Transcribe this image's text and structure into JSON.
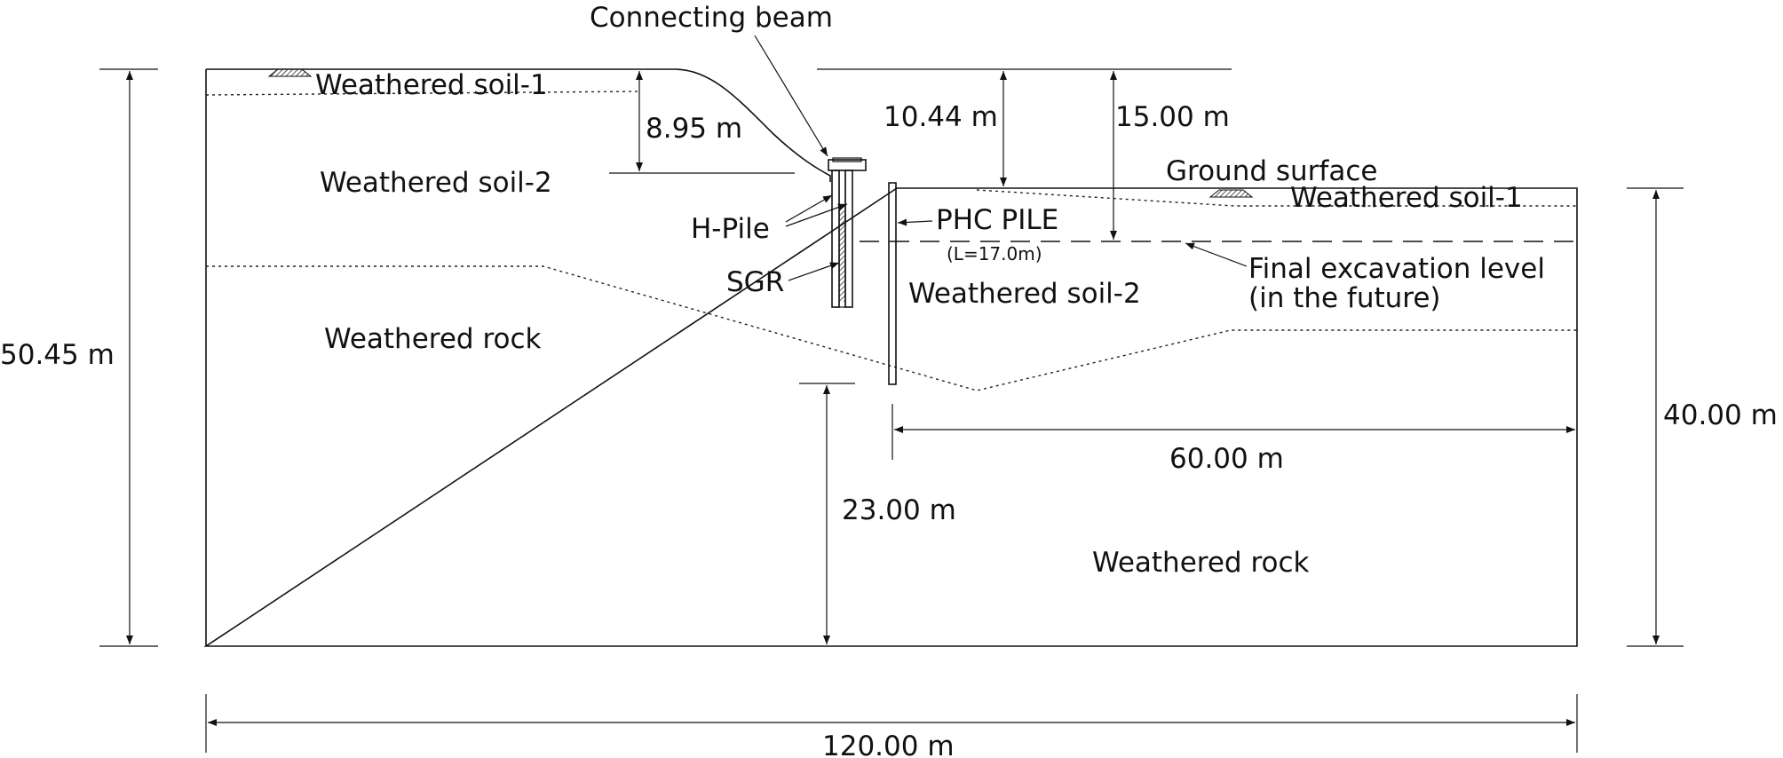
{
  "labels": {
    "connecting_beam": "Connecting beam",
    "weathered_soil_1_left": "Weathered soil-1",
    "weathered_soil_2_left": "Weathered soil-2",
    "weathered_rock_left": "Weathered rock",
    "h_pile": "H-Pile",
    "sgr": "SGR",
    "phc_pile": "PHC PILE",
    "phc_pile_length": "(L=17.0m)",
    "ground_surface": "Ground surface",
    "weathered_soil_1_right": "Weathered soil-1",
    "weathered_soil_2_right": "Weathered soil-2",
    "final_excavation_line1": "Final excavation level",
    "final_excavation_line2": "(in the future)",
    "weathered_rock_right": "Weathered rock"
  },
  "dimensions": {
    "total_height_left": "50.45 m",
    "depth_left_upper": "8.95 m",
    "depth_right_ground": "10.44 m",
    "depth_excavation": "15.00 m",
    "height_right": "40.00 m",
    "width_right": "60.00 m",
    "pile_to_bottom": "23.00 m",
    "total_width": "120.00 m"
  },
  "colors": {
    "line": "#111111",
    "background": "#ffffff"
  }
}
